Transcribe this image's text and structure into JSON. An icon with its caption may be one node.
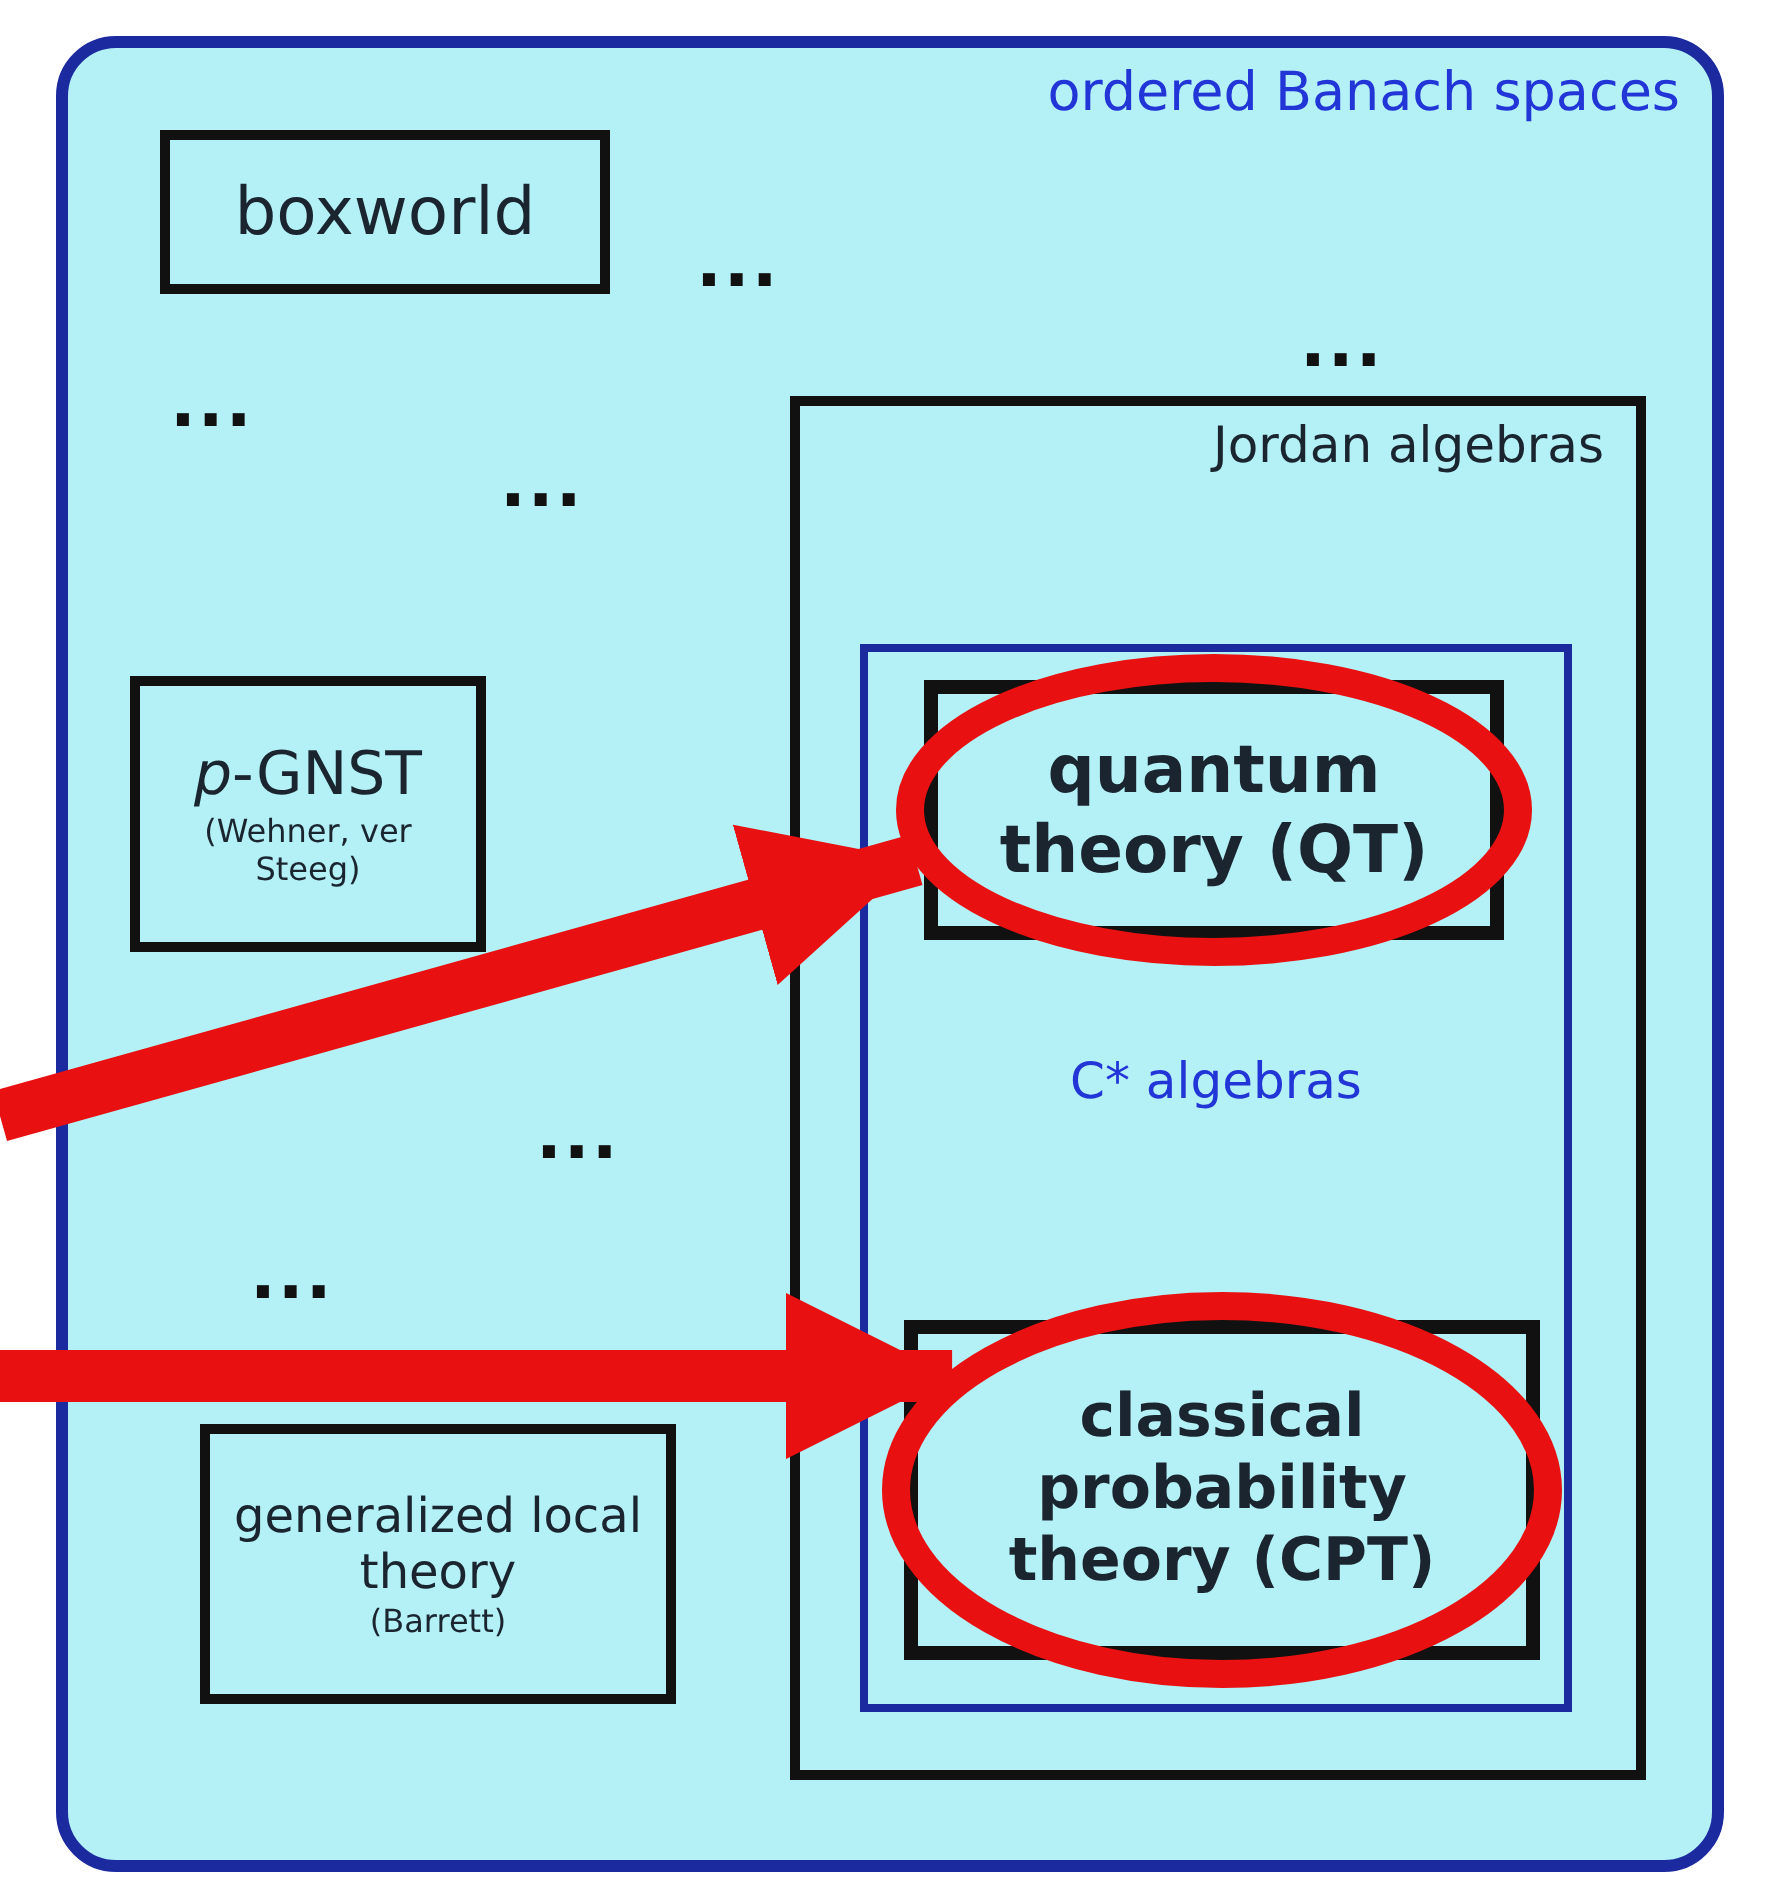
{
  "diagram": {
    "nodes": [
      {
        "text": [
          "ordered Banach spaces"
        ]
      },
      {
        "text": [
          "boxworld"
        ],
        "in": 0
      },
      {
        "text": [
          "*p*-GNST",
          "(Wehner, ver Steeg)"
        ],
        "in": 0
      },
      {
        "text": [
          "generalized local theory",
          "(Barrett)"
        ],
        "in": 0
      },
      {
        "text": [
          "Jordan algebras"
        ],
        "in": 0
      },
      {
        "text": [
          "C* algebras"
        ],
        "in": 4
      },
      {
        "text": [],
        "shape": "circle",
        "in": 5
      },
      {
        "text": [
          "quantum theory (QT)"
        ],
        "in": 6
      },
      {
        "text": [],
        "shape": "circle",
        "in": 5
      },
      {
        "text": [
          "classical probability theory (CPT)"
        ],
        "in": 8
      }
    ],
    "edges": [
      {
        "from": null,
        "to": 6,
        "arrow": "to",
        "color": "#e81010"
      },
      {
        "from": null,
        "to": 8,
        "arrow": "to",
        "color": "#e81010"
      }
    ],
    "labels": [
      "...",
      "...",
      "...",
      "...",
      "...",
      "..."
    ]
  }
}
